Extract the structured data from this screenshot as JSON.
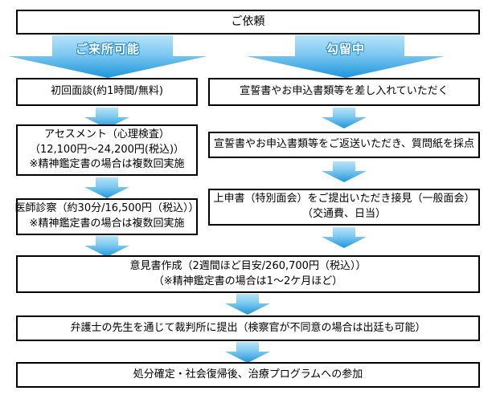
{
  "colors": {
    "arrow_gradient_top": "#b7e3f9",
    "arrow_gradient_mid": "#7cc8f0",
    "arrow_gradient_bottom": "#1e96dc",
    "box_border": "#000000",
    "box_background": "#ffffff",
    "branch_label_text": "#ffffff",
    "branch_label_outline": "#2b8fd0",
    "body_text": "#000000"
  },
  "flow": {
    "start": {
      "title": "ご依頼"
    },
    "branch_left": {
      "label": "ご来所可能",
      "steps": [
        {
          "lines": [
            "初回面談(約1時間/無料)"
          ]
        },
        {
          "lines": [
            "アセスメント（心理検査）",
            "（12,100円～24,200円(税込)）",
            "※精神鑑定書の場合は複数回実施"
          ]
        },
        {
          "lines": [
            "医師診察（約30分/16,500円（税込））",
            "※精神鑑定書の場合は複数回実施"
          ]
        }
      ]
    },
    "branch_right": {
      "label": "勾留中",
      "steps": [
        {
          "lines": [
            "宣誓書やお申込書類等を差し入れていただく"
          ]
        },
        {
          "lines": [
            "宣誓書やお申込書類等をご返送いただき、質問紙を採点"
          ]
        },
        {
          "lines": [
            "上申書（特別面会）をご提出いただき接見（一般面会）",
            "（交通費、日当）"
          ]
        }
      ]
    },
    "merged_steps": [
      {
        "lines": [
          "意見書作成（2週間ほど目安/260,700円（税込））",
          "（※精神鑑定書の場合は1～2ケ月ほど）"
        ]
      },
      {
        "lines": [
          "弁護士の先生を通じて裁判所に提出（検察官が不同意の場合は出廷も可能）"
        ]
      },
      {
        "lines": [
          "処分確定・社会復帰後、治療プログラムへの参加"
        ]
      }
    ]
  }
}
